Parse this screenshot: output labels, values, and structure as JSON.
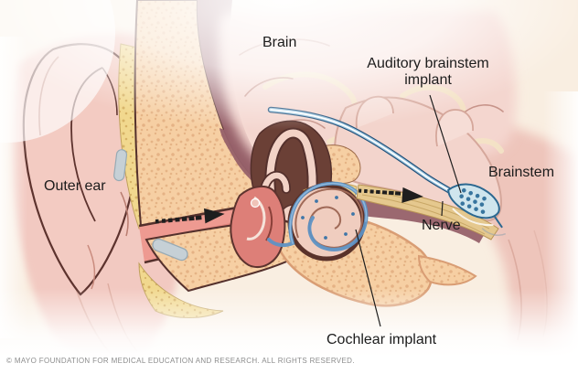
{
  "figure": {
    "labels": {
      "brain": "Brain",
      "auditory_brainstem_implant": "Auditory brainstem implant",
      "outer_ear": "Outer ear",
      "brainstem": "Brainstem",
      "nerve": "Nerve",
      "cochlear_implant": "Cochlear implant"
    },
    "credit": "© MAYO FOUNDATION FOR MEDICAL EDUCATION AND RESEARCH. ALL RIGHTS RESERVED.",
    "colors": {
      "background_cream": "#f9eee1",
      "skin_pink": "#f2c9c1",
      "bone_tan": "#f6cfa3",
      "marrow_yellow": "#f1d88e",
      "cranial_cavity_maroon": "#966069",
      "brain_pink": "#f4d6cf",
      "canal_salmon": "#ee9a91",
      "implant_wire_blue": "#1f4e78",
      "paddle_blue": "#cfe5ed",
      "electrode_blue": "#5e92c4",
      "nerve_tan": "#e5c88e",
      "arrow_black": "#1e1e1e",
      "label_text": "#1c1c1c",
      "credit_gray": "#8c8c8c"
    }
  }
}
